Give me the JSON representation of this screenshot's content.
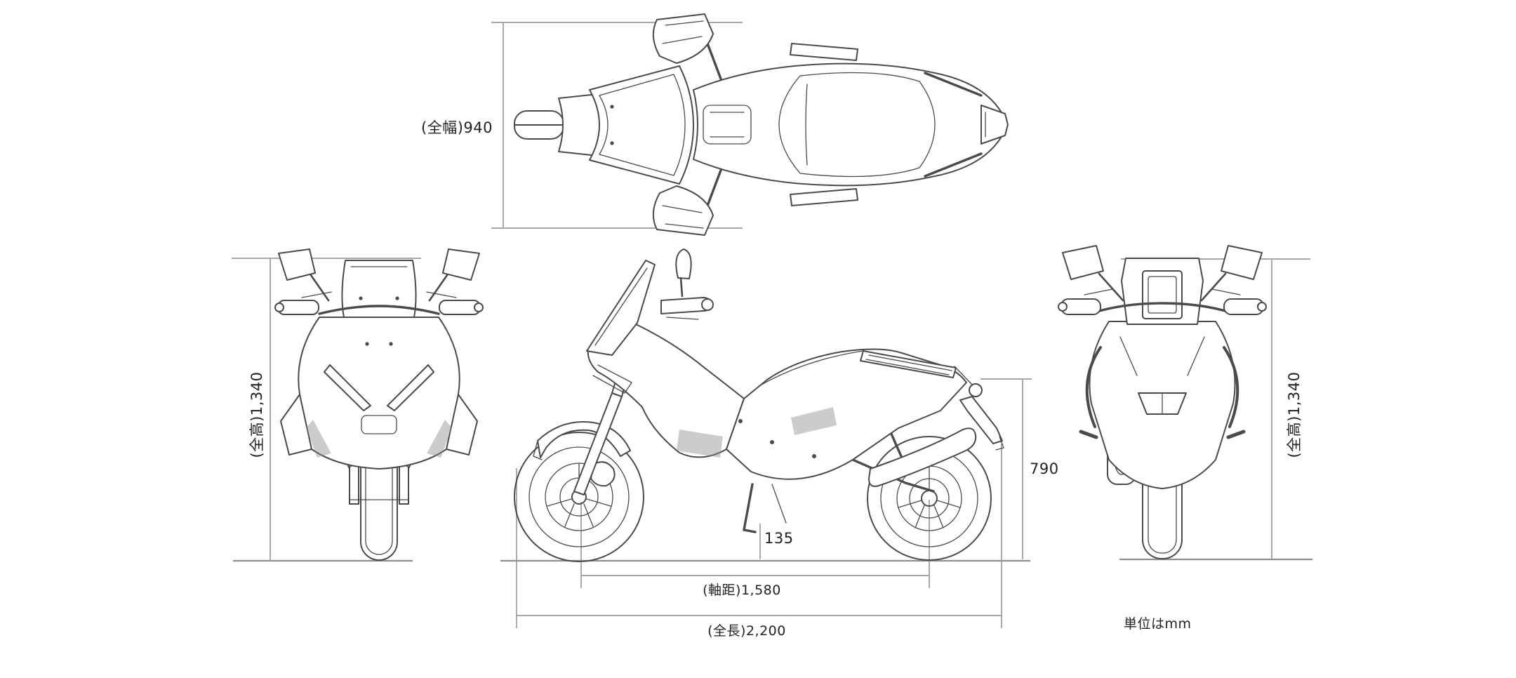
{
  "diagram_type": "motorcycle-four-view-dimension-drawing",
  "colors": {
    "background": "#ffffff",
    "linework": "#4a4a4a",
    "dimension_lines": "#9c9c9c",
    "label_text": "#222222"
  },
  "dimensions": {
    "overall_width": {
      "label": "(全幅)940",
      "value_mm": 940
    },
    "overall_height_front_view": {
      "label": "(全高)1,340",
      "value_mm": 1340
    },
    "overall_height_rear_view": {
      "label": "(全高)1,340",
      "value_mm": 1340
    },
    "seat_height": {
      "label": "790",
      "value_mm": 790
    },
    "ground_clearance": {
      "label": "135",
      "value_mm": 135
    },
    "wheelbase": {
      "label": "(軸距)1,580",
      "value_mm": 1580
    },
    "overall_length": {
      "label": "(全長)2,200",
      "value_mm": 2200
    }
  },
  "notes": {
    "units": "単位はmm"
  }
}
